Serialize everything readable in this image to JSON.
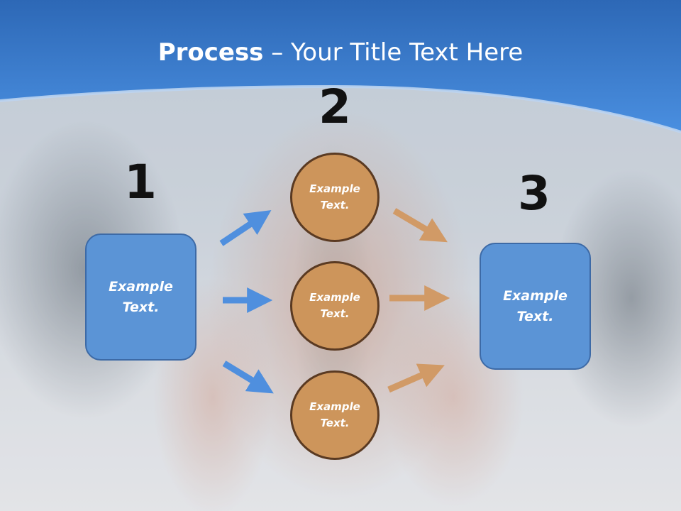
{
  "title": {
    "bold": "Process",
    "rest": " – Your Title Text Here"
  },
  "steps": {
    "one": "1",
    "two": "2",
    "three": "3"
  },
  "left_box": {
    "text": "Example Text."
  },
  "right_box": {
    "text": "Example Text."
  },
  "circles": [
    {
      "text": "Example Text."
    },
    {
      "text": "Example Text."
    },
    {
      "text": "Example Text."
    }
  ],
  "colors": {
    "banner_blue": "#3a7fd0",
    "box_blue": "#5b94d6",
    "arrow_blue": "#4f8fde",
    "circle_orange": "#cd955b",
    "circle_border": "#5a3a22",
    "arrow_orange": "#d19a66"
  }
}
